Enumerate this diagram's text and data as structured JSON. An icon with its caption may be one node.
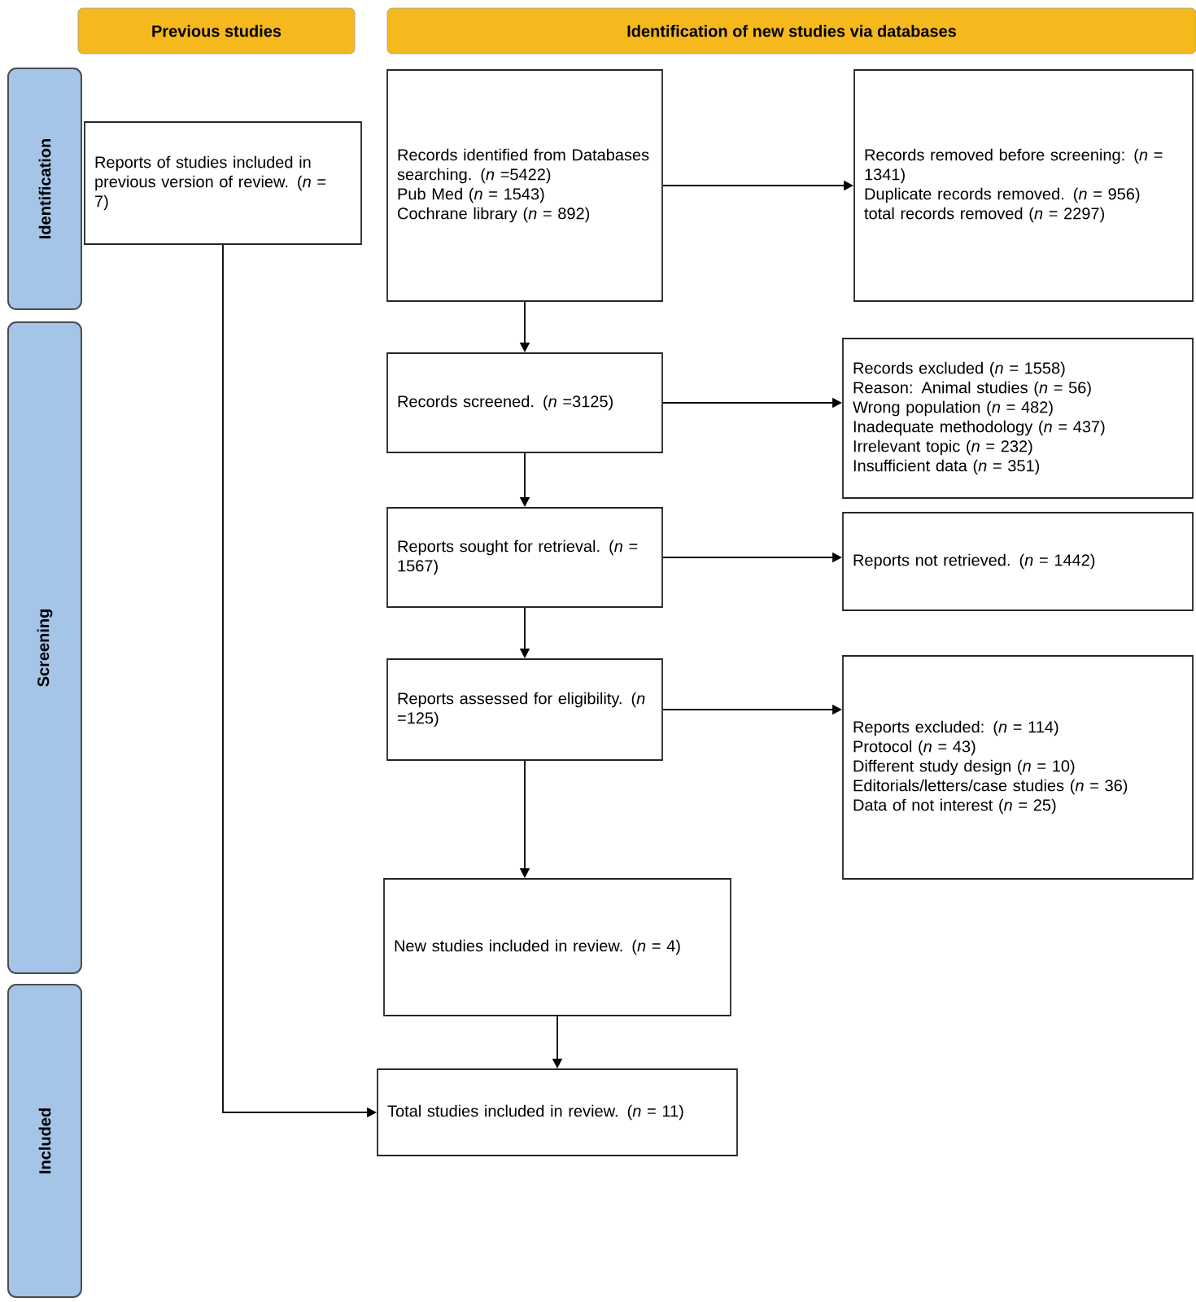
{
  "diagram": {
    "nodes": [
      {
        "text": [
          "Previous studies"
        ]
      },
      {
        "text": [
          "Identification of new studies via databases"
        ]
      },
      {
        "text": [
          "Identification"
        ]
      },
      {
        "text": [
          "Screening"
        ]
      },
      {
        "text": [
          "Included"
        ]
      },
      {
        "text": [
          "Reports of studies included in previous version of review. (*n* = 7)"
        ]
      },
      {
        "text": [
          "Records identified from Databases searching. (*n* =5422)",
          "Pub Med (*n* = 1543)",
          "Cochrane library (*n* = 892)"
        ]
      },
      {
        "text": [
          "Records removed before screening: (*n* = 1341)",
          "Duplicate records removed. (*n* = 956)",
          "total records removed (*n* = 2297)"
        ]
      },
      {
        "text": [
          "Records screened. (*n* =3125)"
        ]
      },
      {
        "text": [
          "Records excluded (*n* = 1558)",
          "Reason: Animal studies (*n* = 56)",
          "Wrong population (*n* = 482)",
          "Inadequate methodology (*n* = 437)",
          "Irrelevant topic (*n* = 232)",
          "Insufficient data (*n* = 351)"
        ]
      },
      {
        "text": [
          "Reports sought for retrieval. (*n* = 1567)"
        ]
      },
      {
        "text": [
          "Reports not retrieved. (*n* = 1442)"
        ]
      },
      {
        "text": [
          "Reports assessed for eligibility. (*n* =125)"
        ]
      },
      {
        "text": [
          "Reports excluded: (*n* = 114)",
          "Protocol (*n* = 43)",
          "Different study design (*n* = 10)",
          "Editorials/letters/case studies (*n* = 36)",
          "Data of not interest (*n* = 25)"
        ]
      },
      {
        "text": [
          "New studies included in review. (*n* = 4)"
        ]
      },
      {
        "text": [
          "Total studies included in review. (*n* = 11)"
        ]
      }
    ],
    "edges": [
      {
        "from": 6,
        "to": 7,
        "arrow": "to"
      },
      {
        "from": 6,
        "to": 8,
        "arrow": "to"
      },
      {
        "from": 8,
        "to": 9,
        "arrow": "to"
      },
      {
        "from": 8,
        "to": 10,
        "arrow": "to"
      },
      {
        "from": 10,
        "to": 11,
        "arrow": "to"
      },
      {
        "from": 10,
        "to": 12,
        "arrow": "to"
      },
      {
        "from": 12,
        "to": 13,
        "arrow": "to"
      },
      {
        "from": 12,
        "to": 14,
        "arrow": "to"
      },
      {
        "from": 14,
        "to": 15,
        "arrow": "to"
      },
      {
        "from": 5,
        "to": 15,
        "arrow": "to"
      }
    ]
  }
}
